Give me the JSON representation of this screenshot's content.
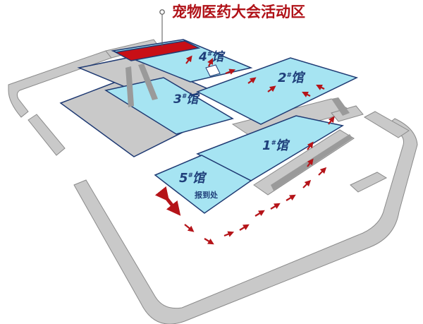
{
  "title": "宠物医药大会活动区",
  "halls": {
    "h1": "1",
    "h2": "2",
    "h3": "3",
    "h4": "4",
    "h5": "5",
    "suffix": "#",
    "hall_char": "馆"
  },
  "checkin": "报到处",
  "colors": {
    "hall": "#a6e4f2",
    "hall_edge": "#1f3a73",
    "road": "#c9c9c9",
    "road_edge": "#8a8a8a",
    "activity": "#c80f16",
    "arrow": "#b51419",
    "title": "#b01218"
  },
  "icons": {
    "route_arrow": "chevron-arrow-icon",
    "entrance_arrow": "double-arrow-icon",
    "pin": "pin-marker-icon"
  }
}
